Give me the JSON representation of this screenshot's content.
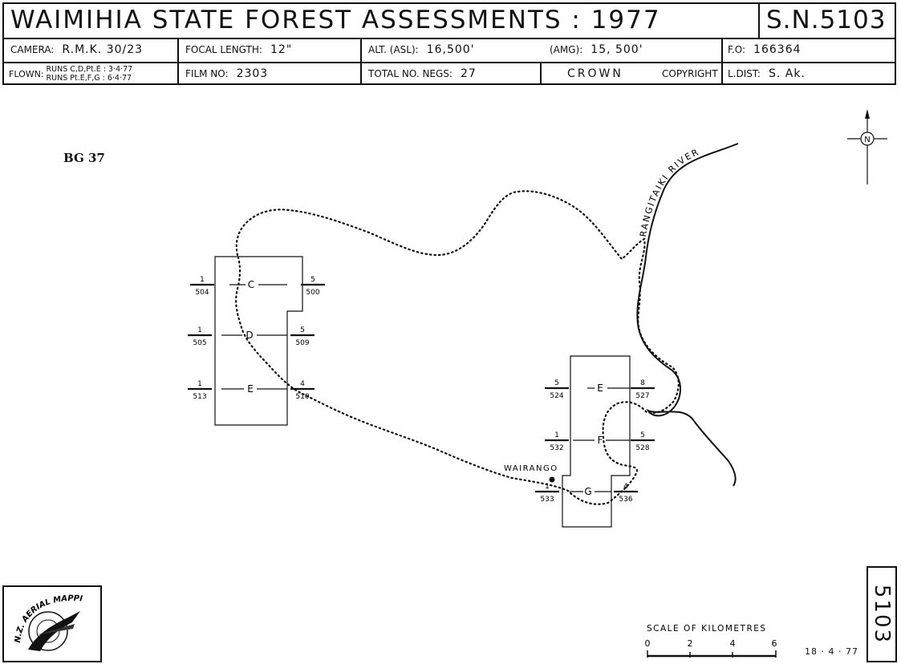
{
  "header": {
    "title": "WAIMIHIA STATE FOREST ASSESSMENTS  :  1977",
    "sn": "S.N.5103",
    "camera_label": "CAMERA:",
    "camera_value": "R.M.K. 30/23",
    "focal_label": "FOCAL LENGTH:",
    "focal_value": "12\"",
    "alt_asl_label": "ALT. (ASL):",
    "alt_asl_value": "16,500'",
    "amg_label": "(AMG):",
    "amg_value": "15, 500'",
    "fo_label": "F.O:",
    "fo_value": "166364",
    "flown_label": "FLOWN:",
    "flown_line1": "RUNS C,D,Pt.E : 3·4·77",
    "flown_line2": "RUNS Pt.E,F,G : 6·4·77",
    "film_label": "FILM NO:",
    "film_value": "2303",
    "negs_label": "TOTAL NO. NEGS:",
    "negs_value": "27",
    "crown": "CROWN",
    "copyright": "COPYRIGHT",
    "ldist_label": "L.DIST:",
    "ldist_value": "S. Ak."
  },
  "map": {
    "bg_label": "BG 37",
    "river_label": "RANGITAIKI  RIVER",
    "north_label": "N",
    "place_label": "WAIRANGO",
    "runs": [
      {
        "run": "C",
        "start_top": "1",
        "start_bottom": "504",
        "end_top": "5",
        "end_bottom": "500"
      },
      {
        "run": "D",
        "start_top": "1",
        "start_bottom": "505",
        "end_top": "5",
        "end_bottom": "509"
      },
      {
        "run": "E",
        "start_top": "1",
        "start_bottom": "513",
        "end_top": "4",
        "end_bottom": "510"
      },
      {
        "run": "E",
        "start_top": "5",
        "start_bottom": "524",
        "end_top": "8",
        "end_bottom": "527"
      },
      {
        "run": "F",
        "start_top": "1",
        "start_bottom": "532",
        "end_top": "5",
        "end_bottom": "528"
      },
      {
        "run": "G",
        "start_top": "1",
        "start_bottom": "533",
        "end_top": "4",
        "end_bottom": "536"
      }
    ]
  },
  "scale": {
    "title": "SCALE  OF  KILOMETRES",
    "ticks": [
      "0",
      "2",
      "4",
      "6"
    ]
  },
  "footer": {
    "logo_text": "N.Z. AERIAL MAPPING LTD.",
    "sn_side": "5103",
    "date": "18 · 4 · 77"
  },
  "colors": {
    "ink": "#111111",
    "paper": "#ffffff"
  }
}
